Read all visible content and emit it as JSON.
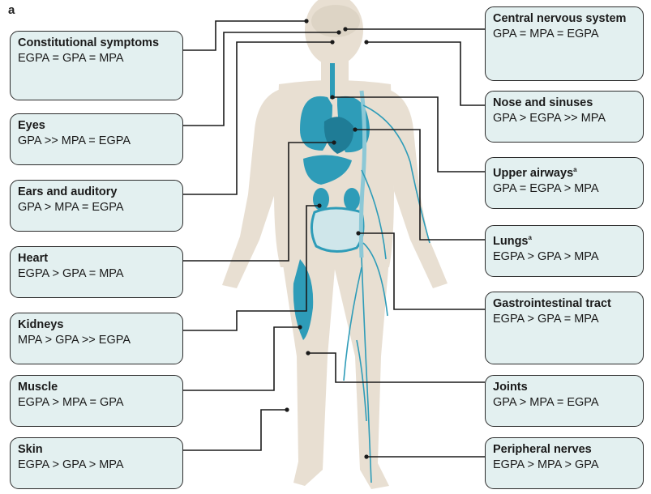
{
  "panel_label": "a",
  "colors": {
    "box_fill": "#e3f0f0",
    "box_border": "#2b2b2b",
    "body_silhouette": "#e8dfd2",
    "organ_fill": "#2e9cb8",
    "organ_dark": "#1f7c96",
    "leader_line": "#1a1a1a"
  },
  "boxes": [
    {
      "title": "Constitutional symptoms",
      "ranking": "EGPA = GPA = MPA"
    },
    {
      "title": "Eyes",
      "ranking": "GPA >> MPA = EGPA"
    },
    {
      "title": "Ears and auditory",
      "ranking": "GPA > MPA = EGPA"
    },
    {
      "title": "Heart",
      "ranking": "EGPA > GPA = MPA"
    },
    {
      "title": "Kidneys",
      "ranking": "MPA > GPA >> EGPA"
    },
    {
      "title": "Muscle",
      "ranking": "EGPA > MPA = GPA"
    },
    {
      "title": "Skin",
      "ranking": "EGPA > GPA > MPA"
    },
    {
      "title": "Central nervous system",
      "ranking": "GPA = MPA = EGPA"
    },
    {
      "title": "Nose and sinuses",
      "ranking": "GPA > EGPA >> MPA"
    },
    {
      "title": "Upper airways",
      "ranking": "GPA = EGPA > MPA",
      "mark": "a"
    },
    {
      "title": "Lungs",
      "ranking": "EGPA > GPA > MPA",
      "mark": "a"
    },
    {
      "title": "Gastrointestinal tract",
      "ranking": "EGPA > GPA = MPA"
    },
    {
      "title": "Joints",
      "ranking": "GPA > MPA = EGPA"
    },
    {
      "title": "Peripheral nerves",
      "ranking": "EGPA > MPA > GPA"
    }
  ]
}
